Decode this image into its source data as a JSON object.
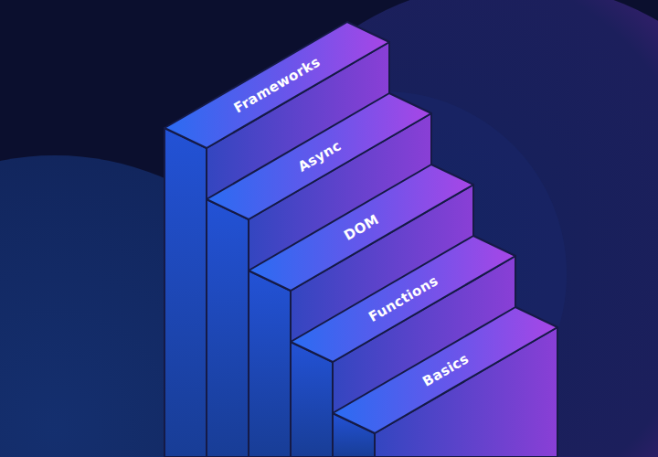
{
  "diagram": {
    "nodes": [
      {
        "text": [
          "Frameworks"
        ]
      },
      {
        "text": [
          "Async"
        ]
      },
      {
        "text": [
          "DOM"
        ]
      },
      {
        "text": [
          "Functions"
        ]
      },
      {
        "text": [
          "Basics"
        ]
      }
    ]
  }
}
